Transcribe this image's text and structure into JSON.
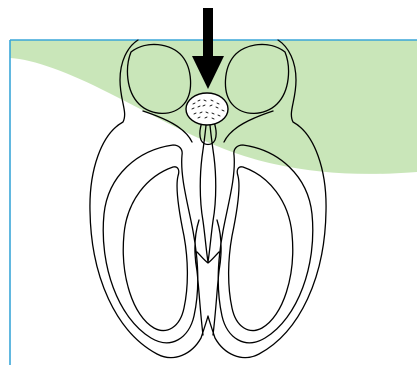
{
  "diagram": {
    "type": "anatomical-line-drawing",
    "colors": {
      "background": "#ffffff",
      "green_band": "#c9e6b9",
      "blue_frame": "#3aa6d8",
      "line": "#000000",
      "arrow": "#000000"
    },
    "elements": {
      "frame": "blue-frame",
      "green_shading": "green-band",
      "arrow_icon": "down-arrow-icon",
      "highlighted_region": "dotted-oval"
    },
    "text_labels": []
  }
}
